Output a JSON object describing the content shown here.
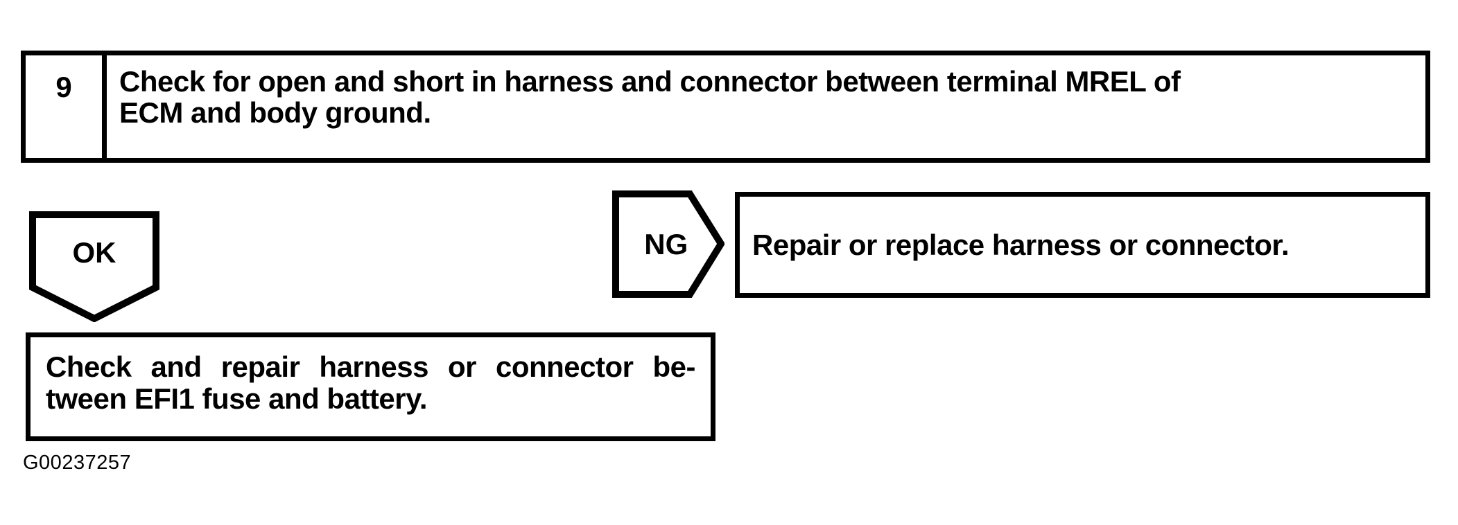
{
  "flowchart": {
    "step": {
      "number": "9",
      "description_line1": "Check for open and short in harness and connector between terminal MREL of",
      "description_line2": "ECM and body ground."
    },
    "ok_label": "OK",
    "ng_label": "NG",
    "ng_result": "Repair or replace harness or connector.",
    "ok_result": {
      "line1": "Check and repair harness or connector be-",
      "line2": "tween EFI1 fuse and battery."
    },
    "figure_id": "G00237257"
  },
  "colors": {
    "ink": "#000000",
    "background": "#ffffff"
  }
}
